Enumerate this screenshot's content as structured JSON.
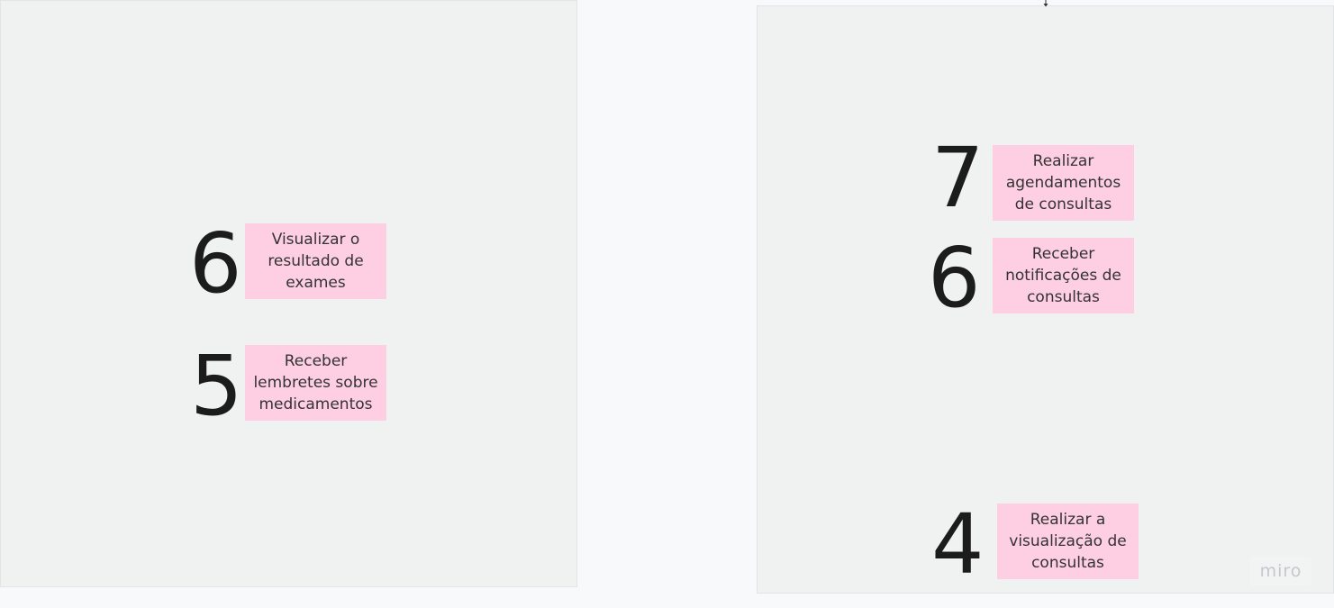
{
  "board": {
    "frames": [
      {
        "items": [
          {
            "score": "6",
            "note": "Visualizar o resultado de exames"
          },
          {
            "score": "5",
            "note": "Receber lembretes sobre medicamentos"
          }
        ]
      },
      {
        "items": [
          {
            "score": "7",
            "note": "Realizar agendamentos de consultas"
          },
          {
            "score": "6",
            "note": "Receber notificações de consultas"
          },
          {
            "score": "4",
            "note": "Realizar a visualização de consultas"
          }
        ]
      }
    ]
  },
  "watermark": {
    "text": "miro",
    "icon": "miro-logo"
  },
  "colors": {
    "canvas": "#f8f9fb",
    "frame": "#f0f2f1",
    "sticky": "#fecfe2",
    "number": "#1c1c1c"
  }
}
